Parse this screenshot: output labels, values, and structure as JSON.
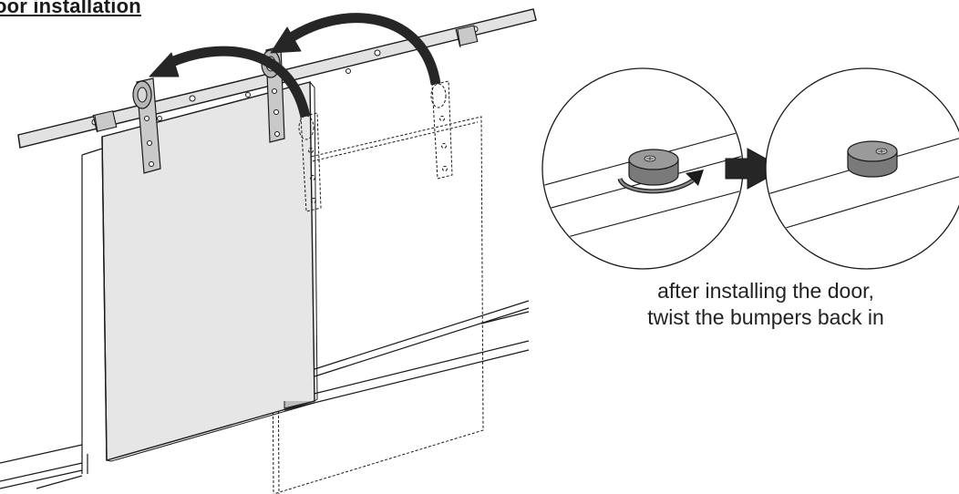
{
  "title": "oor installation",
  "caption": {
    "line1": "after installing the door,",
    "line2": "twist the bumpers back in"
  },
  "colors": {
    "door_fill": "#e6e6e6",
    "rail_fill": "#e2e2e2",
    "hardware_fill": "#c9c9c9",
    "arrow_fill": "#262626",
    "bumper_fill": "#7a7a7a",
    "line": "#1a1a1a"
  },
  "icons": {
    "move_arrows": "curved-arrow-icon",
    "transition": "right-arrow-icon",
    "twist": "rotate-arrow-icon"
  }
}
